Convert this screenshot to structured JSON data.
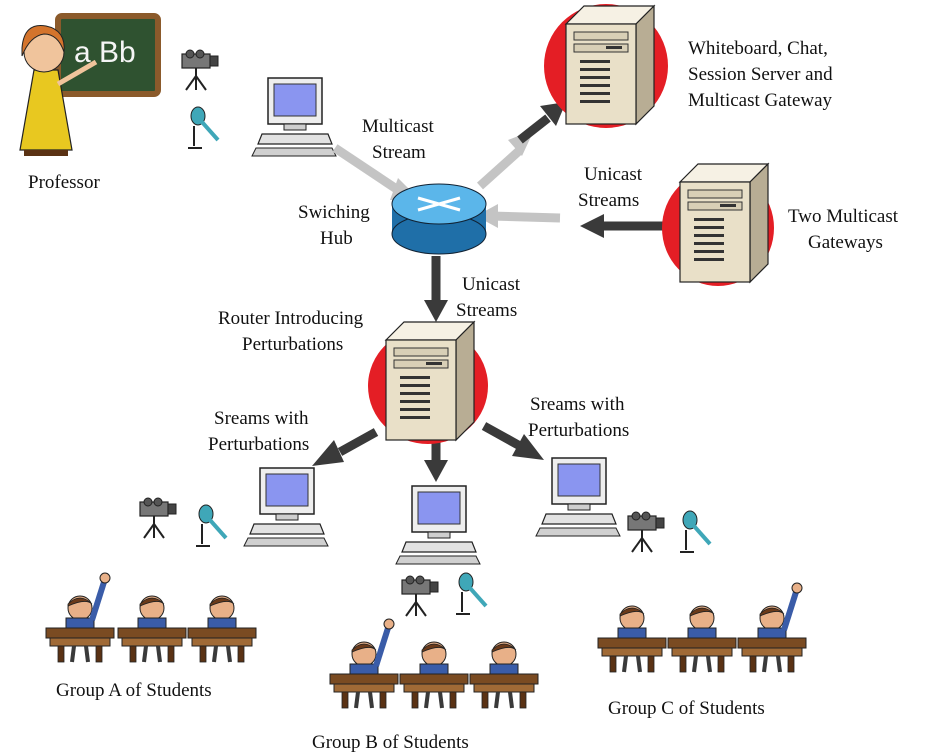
{
  "labels": {
    "professor": "Professor",
    "multicast_stream": [
      "Multicast",
      "Stream"
    ],
    "swiching_hub": [
      "Swiching",
      "Hub"
    ],
    "server_top": [
      "Whiteboard, Chat,",
      "Session Server and",
      "Multicast Gateway"
    ],
    "unicast_right": [
      "Unicast",
      "Streams"
    ],
    "two_gateways": [
      "Two Multicast",
      "Gateways"
    ],
    "unicast_center": [
      "Unicast",
      "Streams"
    ],
    "router": [
      "Router Introducing",
      "Perturbations"
    ],
    "streams_left": [
      "Sreams with",
      "Perturbations"
    ],
    "streams_right": [
      "Sreams with",
      "Perturbations"
    ],
    "group_a": "Group A of Students",
    "group_b": "Group B  of Students",
    "group_c": "Group C of Students"
  },
  "chalkboard_text": "a Bb",
  "colors": {
    "red_disc": "#e41e25",
    "hub_blue": "#2f8fd0",
    "arrow_dark": "#3a3a3a",
    "arrow_light": "#c4c4c4",
    "server_beige": "#e9e0c8",
    "screen_blue": "#8a95f0",
    "chalkboard": "#2f5230",
    "desk_brown": "#7a4b22"
  },
  "icons": [
    "professor-icon",
    "video-camera-icon",
    "microphone-icon",
    "computer-icon",
    "server-icon",
    "switching-hub-icon",
    "router-icon",
    "student-icon"
  ]
}
